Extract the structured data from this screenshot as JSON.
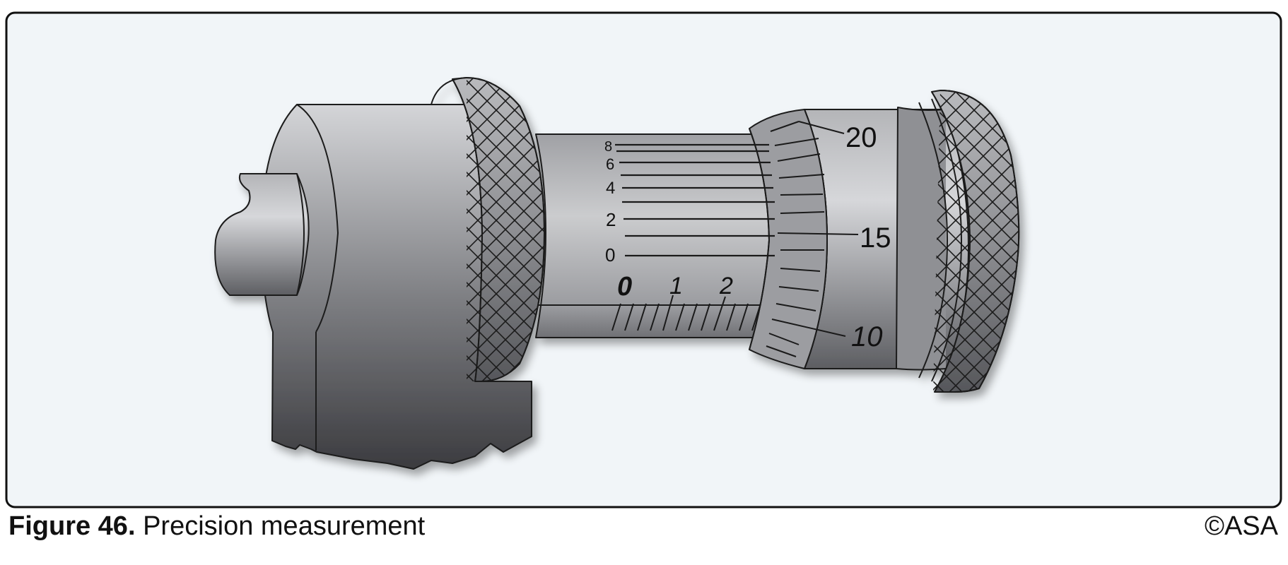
{
  "figure": {
    "number_label": "Figure 46.",
    "title": "Precision measurement",
    "copyright": "©ASA"
  },
  "diagram": {
    "subject": "micrometer vernier scale",
    "vernier_sleeve_labels": [
      "8",
      "6",
      "4",
      "2",
      "0"
    ],
    "barrel_labels": [
      "0",
      "1",
      "2"
    ],
    "thimble_labels": [
      "20",
      "15",
      "10"
    ]
  },
  "colors": {
    "panel_background": "#f1f5f8",
    "panel_border": "#111111",
    "metal_light": "#c8c9cc",
    "metal_dark": "#3f3f43"
  }
}
